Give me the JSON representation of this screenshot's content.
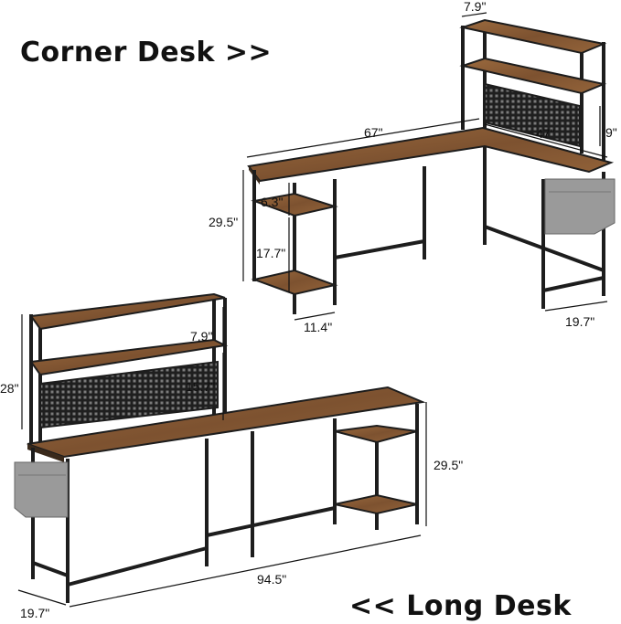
{
  "headings": {
    "corner": "Corner Desk >>",
    "long": "<<  Long Desk"
  },
  "corner_desk": {
    "dimensions": {
      "hutch_depth": "7.9\"",
      "length": "67\"",
      "side_length": "47\"",
      "hutch_shelf_height": "9\"",
      "shelf_gap": "6.3\"",
      "height": "29.5\"",
      "lower_shelf_height": "17.7\"",
      "shelf_width": "11.4\"",
      "depth": "19.7\""
    }
  },
  "long_desk": {
    "dimensions": {
      "hutch_height": "28\"",
      "hutch_shelf_gap": "7.9\"",
      "hutch_lower_gap": "15.7\"",
      "height": "29.5\"",
      "length": "94.5\"",
      "depth": "19.7\""
    }
  },
  "colors": {
    "wood": "#8a5a34",
    "wood_dark": "#6b4226",
    "frame": "#1d1d1d",
    "bag": "#9a9a9a"
  }
}
